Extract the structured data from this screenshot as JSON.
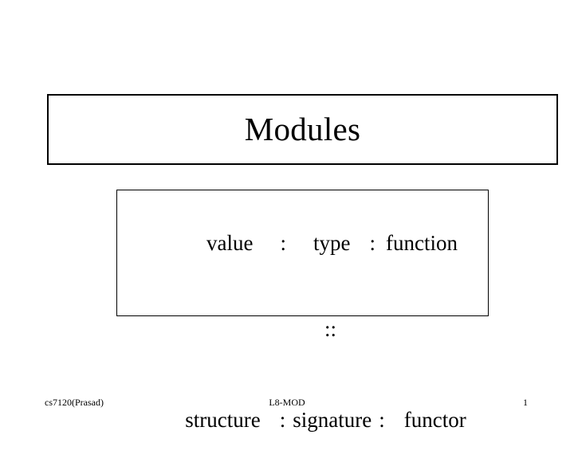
{
  "slide": {
    "background_color": "#ffffff",
    "text_color": "#000000",
    "border_color": "#000000"
  },
  "title": {
    "text": "Modules"
  },
  "content": {
    "rows": [
      {
        "id": "row-value-type-function",
        "tokens": [
          "value",
          ":",
          "type",
          ":",
          "function"
        ]
      },
      {
        "id": "row-colon-colon",
        "tokens": [
          "::"
        ]
      },
      {
        "id": "row-structure-signature-functor",
        "tokens": [
          "structure",
          ":",
          "signature",
          ":",
          "functor"
        ]
      }
    ],
    "line1": {
      "t1": "value",
      "s1": ":",
      "t2": "type",
      "s2": ":",
      "t3": "function"
    },
    "line2": {
      "s": "::"
    },
    "line3": {
      "t1": "structure",
      "s1": ":",
      "t2": "signature",
      "s2": ":",
      "t3": "functor"
    }
  },
  "footer": {
    "course": "cs7120(Prasad)",
    "lecture": "L8-MOD",
    "page_number": "1"
  }
}
